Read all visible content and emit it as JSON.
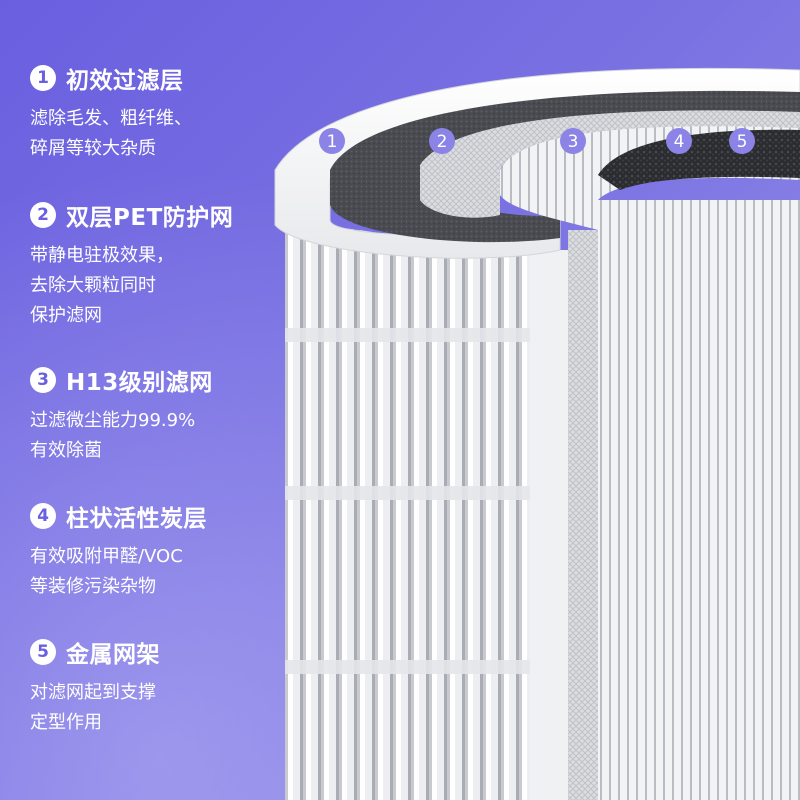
{
  "colors": {
    "accent": "#6a5fe0",
    "marker": "#8b83e6",
    "text": "#ffffff"
  },
  "features": [
    {
      "number": "1",
      "title": "初效过滤层",
      "lines": [
        "滤除毛发、粗纤维、",
        "碎屑等较大杂质"
      ]
    },
    {
      "number": "2",
      "title": "双层PET防护网",
      "lines": [
        "带静电驻极效果，",
        "去除大颗粒同时",
        "保护滤网"
      ]
    },
    {
      "number": "3",
      "title": "H13级别滤网",
      "lines": [
        "过滤微尘能力99.9%",
        "有效除菌"
      ]
    },
    {
      "number": "4",
      "title": "柱状活性炭层",
      "lines": [
        "有效吸附甲醛/VOC",
        "等装修污染杂物"
      ]
    },
    {
      "number": "5",
      "title": "金属网架",
      "lines": [
        "对滤网起到支撑",
        "定型作用"
      ]
    }
  ],
  "layer_markers": [
    "1",
    "2",
    "3",
    "4",
    "5"
  ]
}
